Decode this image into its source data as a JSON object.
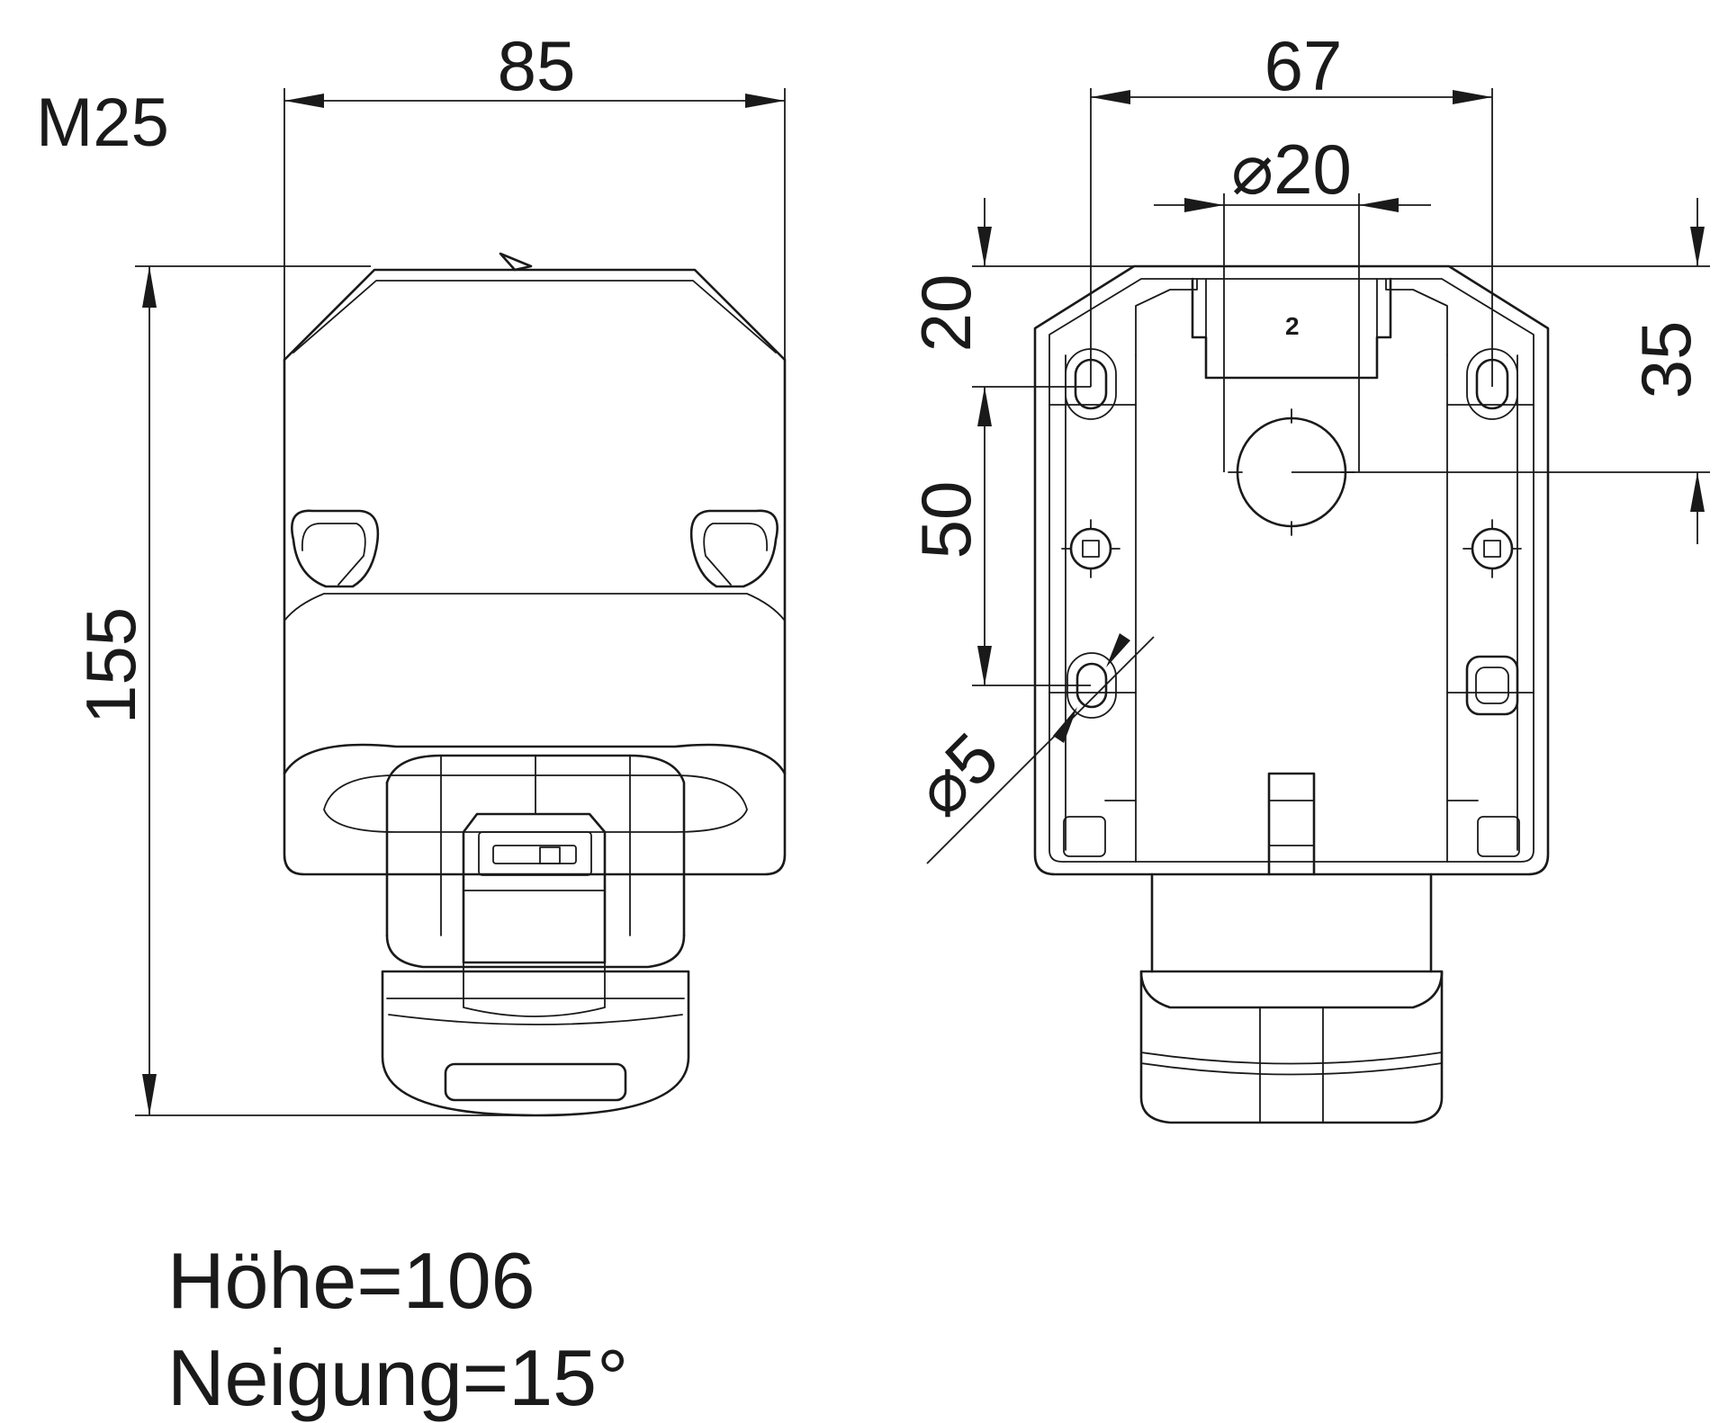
{
  "labels": {
    "thread": "M25",
    "width_front": "85",
    "height_front": "155",
    "width_back": "67",
    "entry_diameter": "⌀20",
    "offset_top": "20",
    "offset_right": "35",
    "hole_spacing": "50",
    "hole_diameter": "⌀5",
    "part_mark": "2"
  },
  "notes": {
    "height": "Höhe=106",
    "tilt": "Neigung=15°"
  }
}
